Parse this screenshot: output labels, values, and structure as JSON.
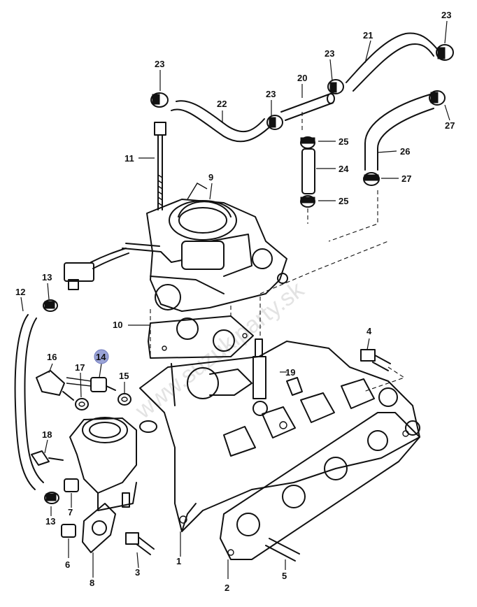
{
  "diagram": {
    "watermark": "www.suzukiparty.sk",
    "highlighted_callout": "14",
    "callouts": [
      {
        "id": "c1",
        "label": "1"
      },
      {
        "id": "c2",
        "label": "2"
      },
      {
        "id": "c3",
        "label": "3"
      },
      {
        "id": "c4",
        "label": "4"
      },
      {
        "id": "c5",
        "label": "5"
      },
      {
        "id": "c6",
        "label": "6"
      },
      {
        "id": "c7",
        "label": "7"
      },
      {
        "id": "c8",
        "label": "8"
      },
      {
        "id": "c9",
        "label": "9"
      },
      {
        "id": "c10",
        "label": "10"
      },
      {
        "id": "c11",
        "label": "11"
      },
      {
        "id": "c12",
        "label": "12"
      },
      {
        "id": "c13a",
        "label": "13"
      },
      {
        "id": "c13b",
        "label": "13"
      },
      {
        "id": "c14",
        "label": "14"
      },
      {
        "id": "c15",
        "label": "15"
      },
      {
        "id": "c16",
        "label": "16"
      },
      {
        "id": "c17",
        "label": "17"
      },
      {
        "id": "c18",
        "label": "18"
      },
      {
        "id": "c19",
        "label": "19"
      },
      {
        "id": "c20",
        "label": "20"
      },
      {
        "id": "c21",
        "label": "21"
      },
      {
        "id": "c22",
        "label": "22"
      },
      {
        "id": "c23a",
        "label": "23"
      },
      {
        "id": "c23b",
        "label": "23"
      },
      {
        "id": "c23c",
        "label": "23"
      },
      {
        "id": "c23d",
        "label": "23"
      },
      {
        "id": "c24",
        "label": "24"
      },
      {
        "id": "c25a",
        "label": "25"
      },
      {
        "id": "c25b",
        "label": "25"
      },
      {
        "id": "c26",
        "label": "26"
      },
      {
        "id": "c27a",
        "label": "27"
      },
      {
        "id": "c27b",
        "label": "27"
      }
    ]
  }
}
